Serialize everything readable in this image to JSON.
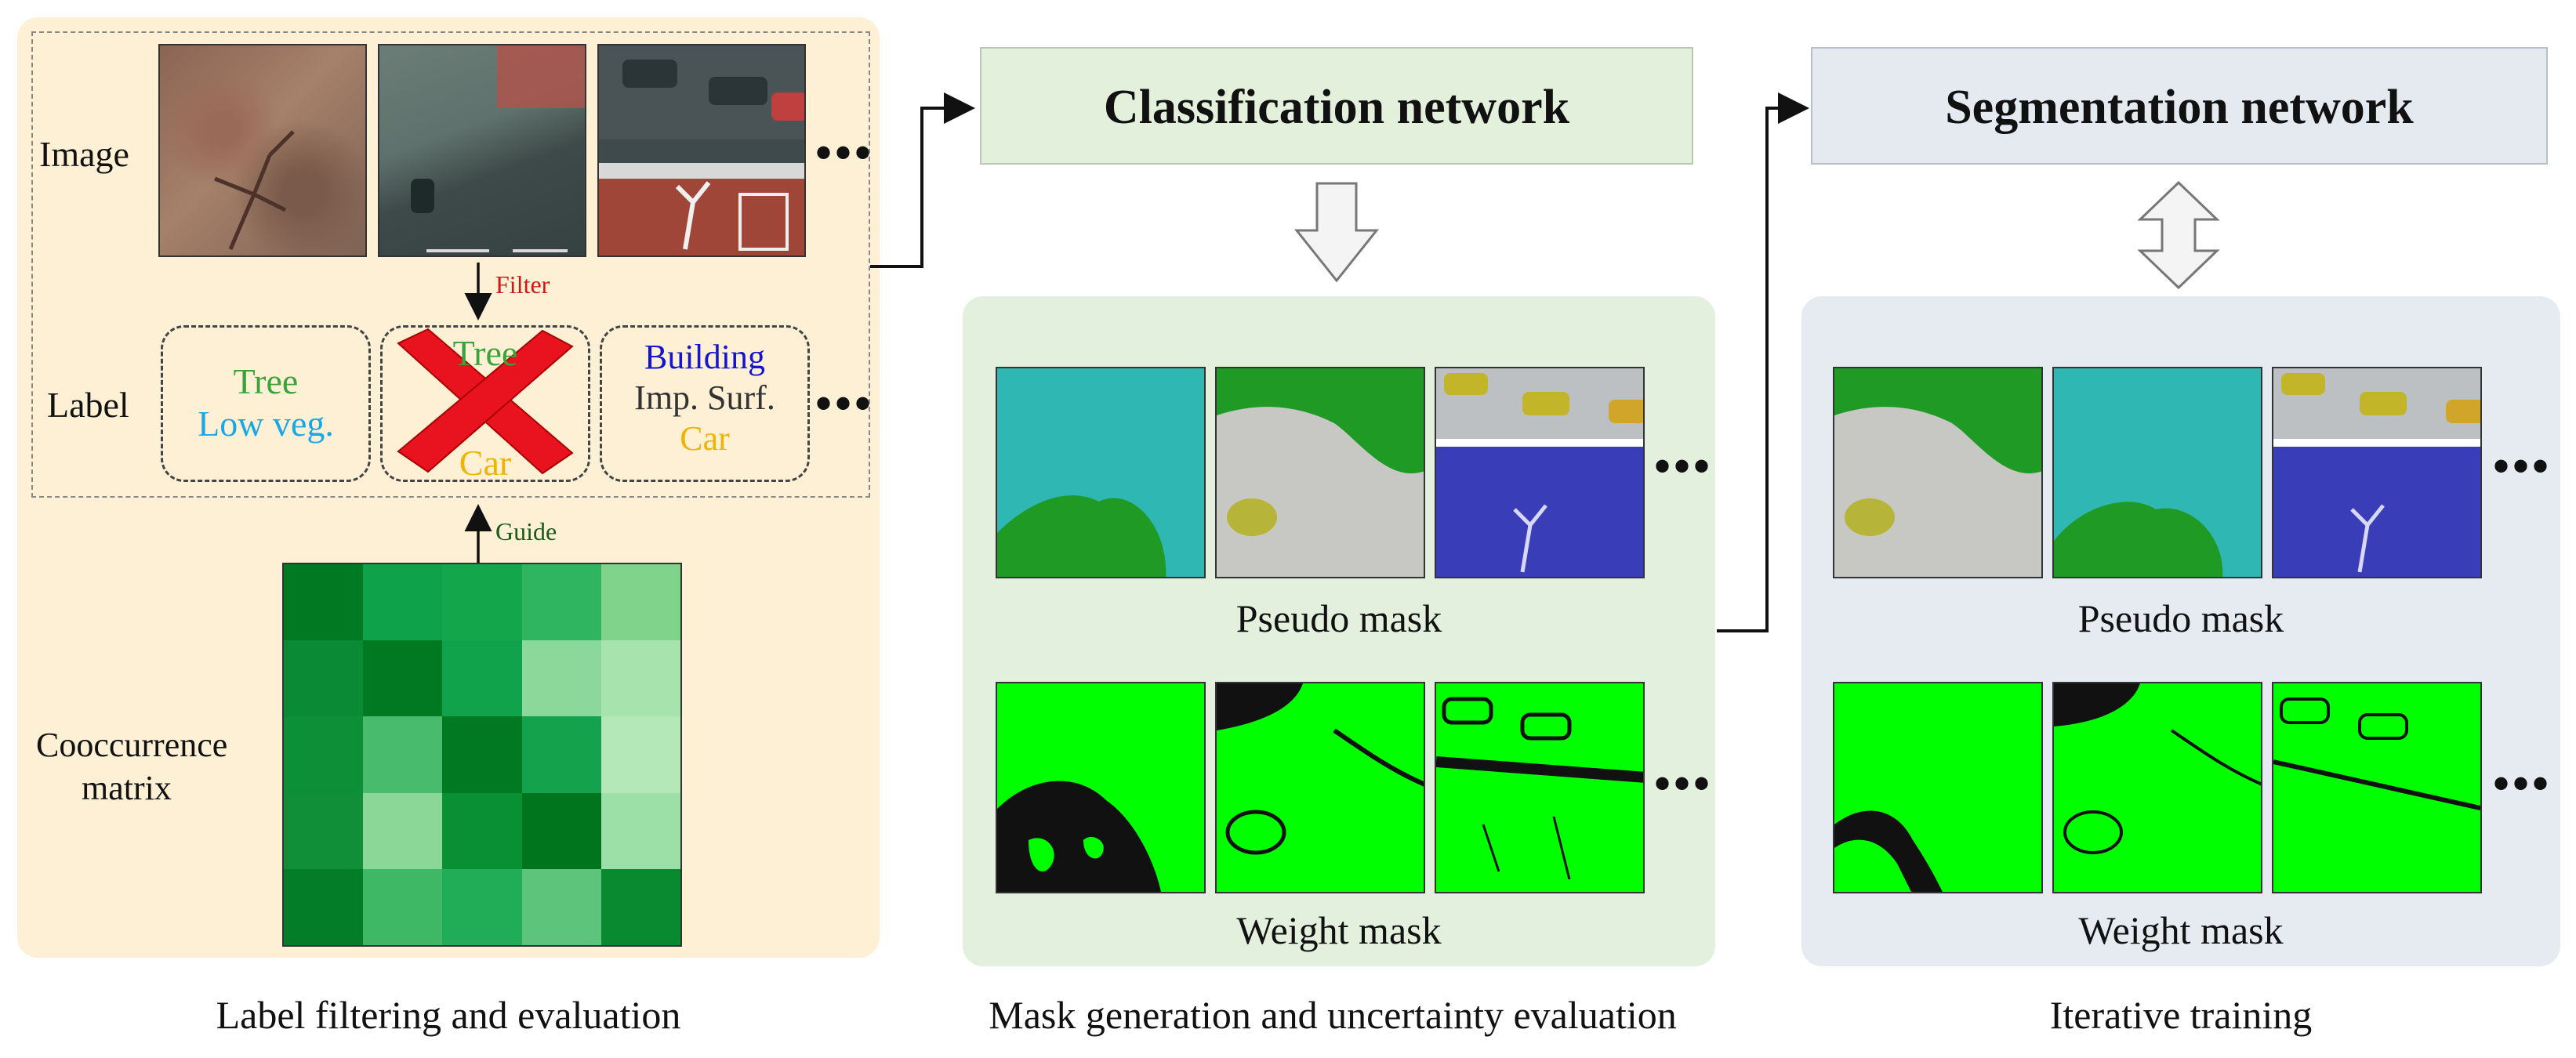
{
  "left_panel": {
    "row_image_label": "Image",
    "row_label_label": "Label",
    "filter_label": "Filter",
    "guide_label": "Guide",
    "matrix_label_line1": "Cooccurrence",
    "matrix_label_line2": "matrix",
    "caption": "Label filtering and evaluation",
    "ellipsis": "•••",
    "label_sets": [
      {
        "lines": [
          {
            "text": "Tree",
            "color": "#3aa33a"
          },
          {
            "text": "Low veg.",
            "color": "#1aa7e6"
          }
        ]
      },
      {
        "lines": [
          {
            "text": "Tree",
            "color": "#3aa33a"
          },
          {
            "text": "Car",
            "color": "#f0b400"
          }
        ],
        "crossed": true
      },
      {
        "lines": [
          {
            "text": "Building",
            "color": "#1414d2"
          },
          {
            "text": "Imp. Surf.",
            "color": "#333333"
          },
          {
            "text": "Car",
            "color": "#f0b400"
          }
        ]
      }
    ],
    "cooccurrence_colors": [
      [
        "#007a22",
        "#0ea34a",
        "#13a64a",
        "#2fb460",
        "#80d38a"
      ],
      [
        "#0a8a34",
        "#007a22",
        "#10a34c",
        "#8bd89a",
        "#a6e3ad"
      ],
      [
        "#0d8f38",
        "#48bb6c",
        "#007a22",
        "#14a24c",
        "#b4e8b8"
      ],
      [
        "#108e38",
        "#8ad797",
        "#098f34",
        "#00751e",
        "#9de0a7"
      ],
      [
        "#047d28",
        "#3fb866",
        "#21ad58",
        "#5dc47c",
        "#0a8a30"
      ]
    ]
  },
  "middle_panel": {
    "network_title": "Classification network",
    "pseudo_caption": "Pseudo mask",
    "weight_caption": "Weight mask",
    "caption": "Mask generation and uncertainty evaluation",
    "ellipsis": "•••"
  },
  "right_panel": {
    "network_title": "Segmentation network",
    "pseudo_caption": "Pseudo mask",
    "weight_caption": "Weight mask",
    "caption": "Iterative training",
    "ellipsis": "•••"
  },
  "colors": {
    "left_bg": "#fdf0d4",
    "middle_bg": "#e3f0dd",
    "right_bg": "#e6ebf2",
    "class_net": "#e3f1dc",
    "seg_net": "#e5e9f0",
    "filter_text": "#d01818",
    "guide_text": "#1a5a1a",
    "cross": "#e8131f",
    "weight_green": "#00ff00"
  }
}
